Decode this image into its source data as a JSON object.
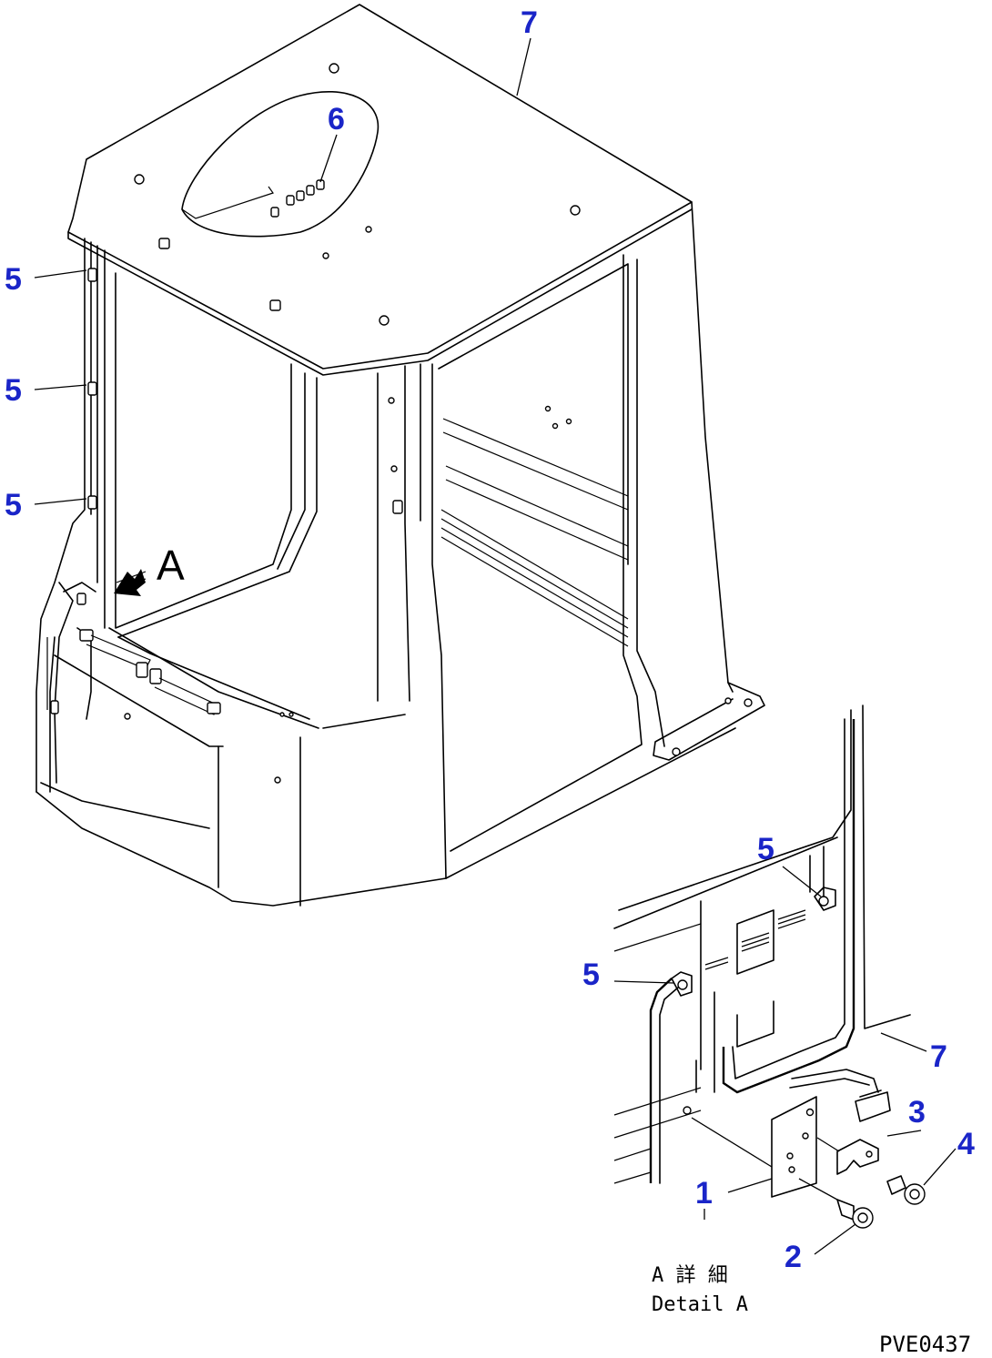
{
  "callouts": {
    "c7_top": "7",
    "c6": "6",
    "c5_a": "5",
    "c5_b": "5",
    "c5_c": "5",
    "c5_d": "5",
    "c5_e": "5",
    "c7_detail": "7",
    "c3": "3",
    "c4": "4",
    "c1": "1",
    "c2": "2"
  },
  "view_marker": "A",
  "detail_caption_jp": "A 詳 細",
  "detail_caption_en": "Detail A",
  "drawing_code": "PVE0437",
  "colors": {
    "callout": "#1a25c8",
    "line": "#000000",
    "background": "#ffffff"
  }
}
